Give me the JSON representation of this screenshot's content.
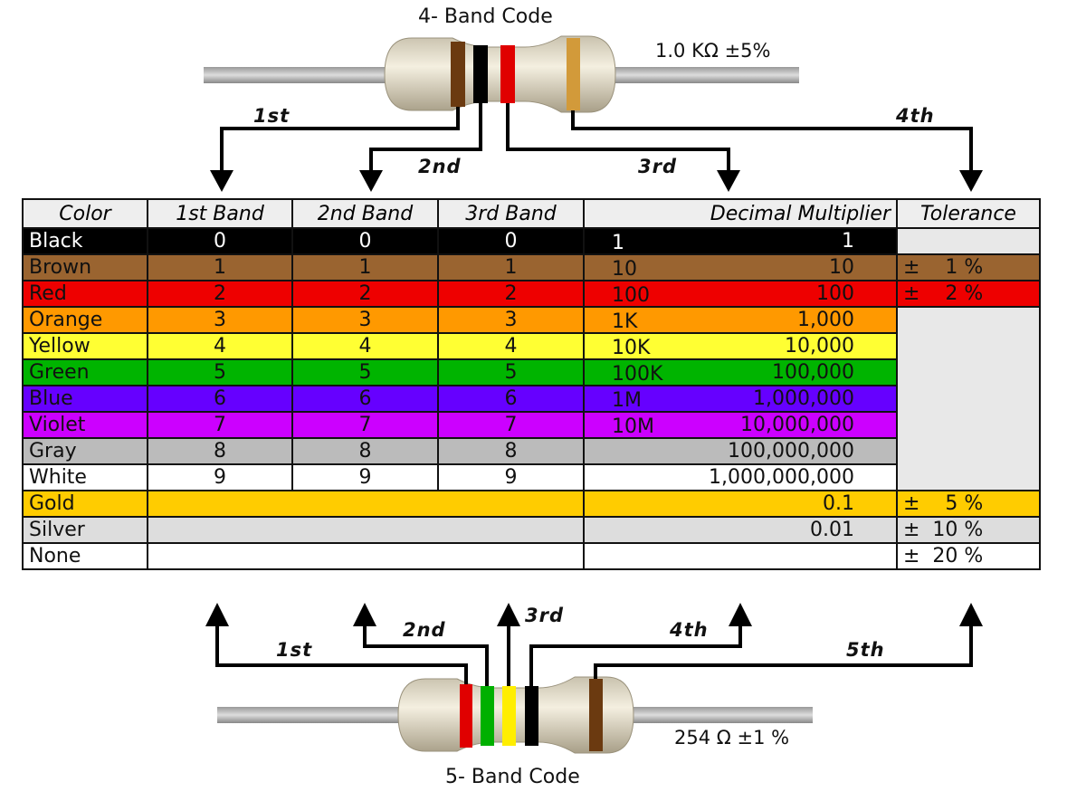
{
  "top": {
    "title": "4- Band Code",
    "value": "1.0 KΩ  ±5%",
    "labels": [
      "1st",
      "2nd",
      "3rd",
      "4th"
    ],
    "bands": [
      "#6b3a10",
      "#000000",
      "#e00000",
      "#d29a3a"
    ]
  },
  "bottom": {
    "title": "5- Band Code",
    "value": "254 Ω  ±1 %",
    "labels": [
      "1st",
      "2nd",
      "3rd",
      "4th",
      "5th"
    ],
    "bands": [
      "#e00000",
      "#00b000",
      "#ffee00",
      "#000000",
      "#6b3a10"
    ]
  },
  "headers": [
    "Color",
    "1st Band",
    "2nd Band",
    "3rd Band",
    "Decimal Multiplier",
    "Tolerance"
  ],
  "rows": [
    {
      "color": "Black",
      "bg": "#000000",
      "fg": "#ffffff",
      "d": "0",
      "ms": "1",
      "ml": "1",
      "tol": ""
    },
    {
      "color": "Brown",
      "bg": "#9a6430",
      "fg": "#111111",
      "d": "1",
      "ms": "10",
      "ml": "10",
      "tol": "±    1 %"
    },
    {
      "color": "Red",
      "bg": "#ee0000",
      "fg": "#111111",
      "d": "2",
      "ms": "100",
      "ml": "100",
      "tol": "±    2 %"
    },
    {
      "color": "Orange",
      "bg": "#ff9900",
      "fg": "#111111",
      "d": "3",
      "ms": "1K",
      "ml": "1,000",
      "tol": ""
    },
    {
      "color": "Yellow",
      "bg": "#ffff33",
      "fg": "#111111",
      "d": "4",
      "ms": "10K",
      "ml": "10,000",
      "tol": ""
    },
    {
      "color": "Green",
      "bg": "#00b400",
      "fg": "#111111",
      "d": "5",
      "ms": "100K",
      "ml": "100,000",
      "tol": ""
    },
    {
      "color": "Blue",
      "bg": "#6600ff",
      "fg": "#111111",
      "d": "6",
      "ms": "1M",
      "ml": "1,000,000",
      "tol": ""
    },
    {
      "color": "Violet",
      "bg": "#cc00ff",
      "fg": "#111111",
      "d": "7",
      "ms": "10M",
      "ml": "10,000,000",
      "tol": ""
    },
    {
      "color": "Gray",
      "bg": "#bbbbbb",
      "fg": "#111111",
      "d": "8",
      "ms": "",
      "ml": "100,000,000",
      "tol": ""
    },
    {
      "color": "White",
      "bg": "#ffffff",
      "fg": "#111111",
      "d": "9",
      "ms": "",
      "ml": "1,000,000,000",
      "tol": ""
    },
    {
      "color": "Gold",
      "bg": "#ffcc00",
      "fg": "#111111",
      "d": "",
      "ms": "",
      "ml": "0.1",
      "tol": "±    5 %"
    },
    {
      "color": "Silver",
      "bg": "#dddddd",
      "fg": "#111111",
      "d": "",
      "ms": "",
      "ml": "0.01",
      "tol": "±  10 %"
    },
    {
      "color": "None",
      "bg": "#ffffff",
      "fg": "#111111",
      "d": "",
      "ms": "",
      "ml": "",
      "tol": "±  20 %"
    }
  ]
}
